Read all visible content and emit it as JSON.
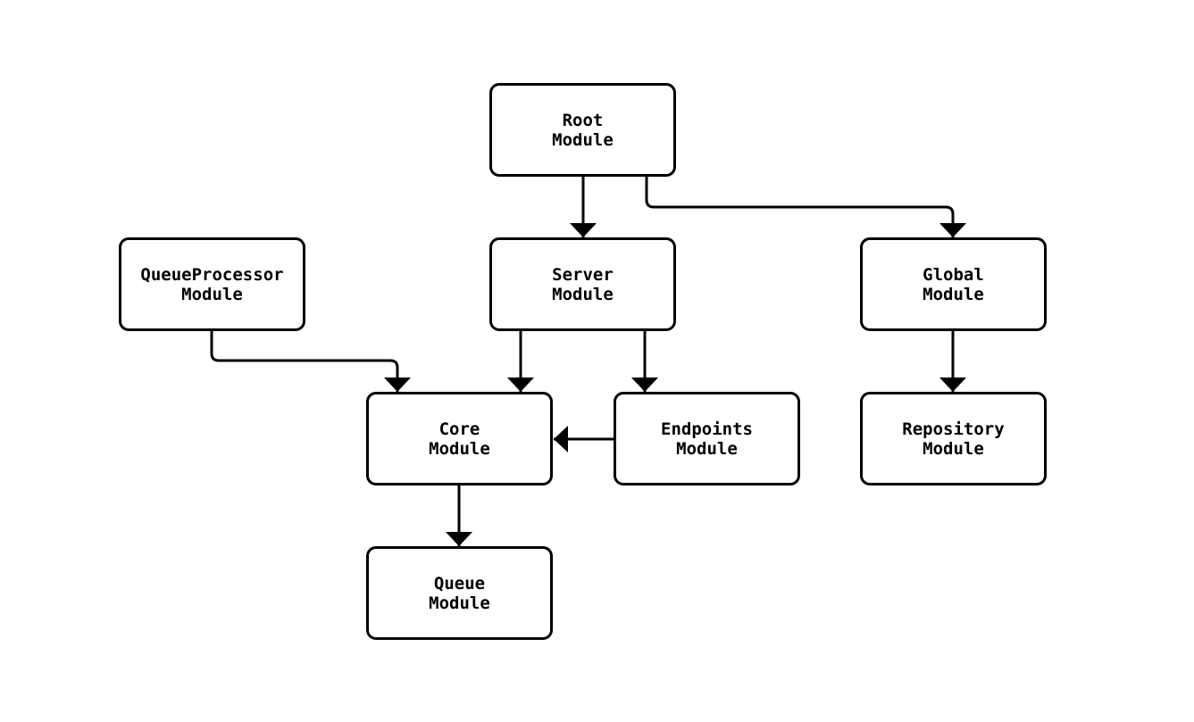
{
  "diagram": {
    "type": "module-dependency-flowchart",
    "colors": {
      "background": "#ffffff",
      "node_fill": "#ffffff",
      "stroke": "#000000",
      "text": "#000000"
    },
    "nodes": {
      "root": {
        "line1": "Root",
        "line2": "Module"
      },
      "queueprocessor": {
        "line1": "QueueProcessor",
        "line2": "Module"
      },
      "server": {
        "line1": "Server",
        "line2": "Module"
      },
      "global": {
        "line1": "Global",
        "line2": "Module"
      },
      "core": {
        "line1": "Core",
        "line2": "Module"
      },
      "endpoints": {
        "line1": "Endpoints",
        "line2": "Module"
      },
      "repository": {
        "line1": "Repository",
        "line2": "Module"
      },
      "queue": {
        "line1": "Queue",
        "line2": "Module"
      }
    },
    "edges": [
      {
        "from": "Root Module",
        "to": "Server Module"
      },
      {
        "from": "Root Module",
        "to": "Global Module"
      },
      {
        "from": "QueueProcessor Module",
        "to": "Core Module"
      },
      {
        "from": "Server Module",
        "to": "Core Module"
      },
      {
        "from": "Server Module",
        "to": "Endpoints Module"
      },
      {
        "from": "Endpoints Module",
        "to": "Core Module"
      },
      {
        "from": "Global Module",
        "to": "Repository Module"
      },
      {
        "from": "Core Module",
        "to": "Queue Module"
      }
    ]
  }
}
